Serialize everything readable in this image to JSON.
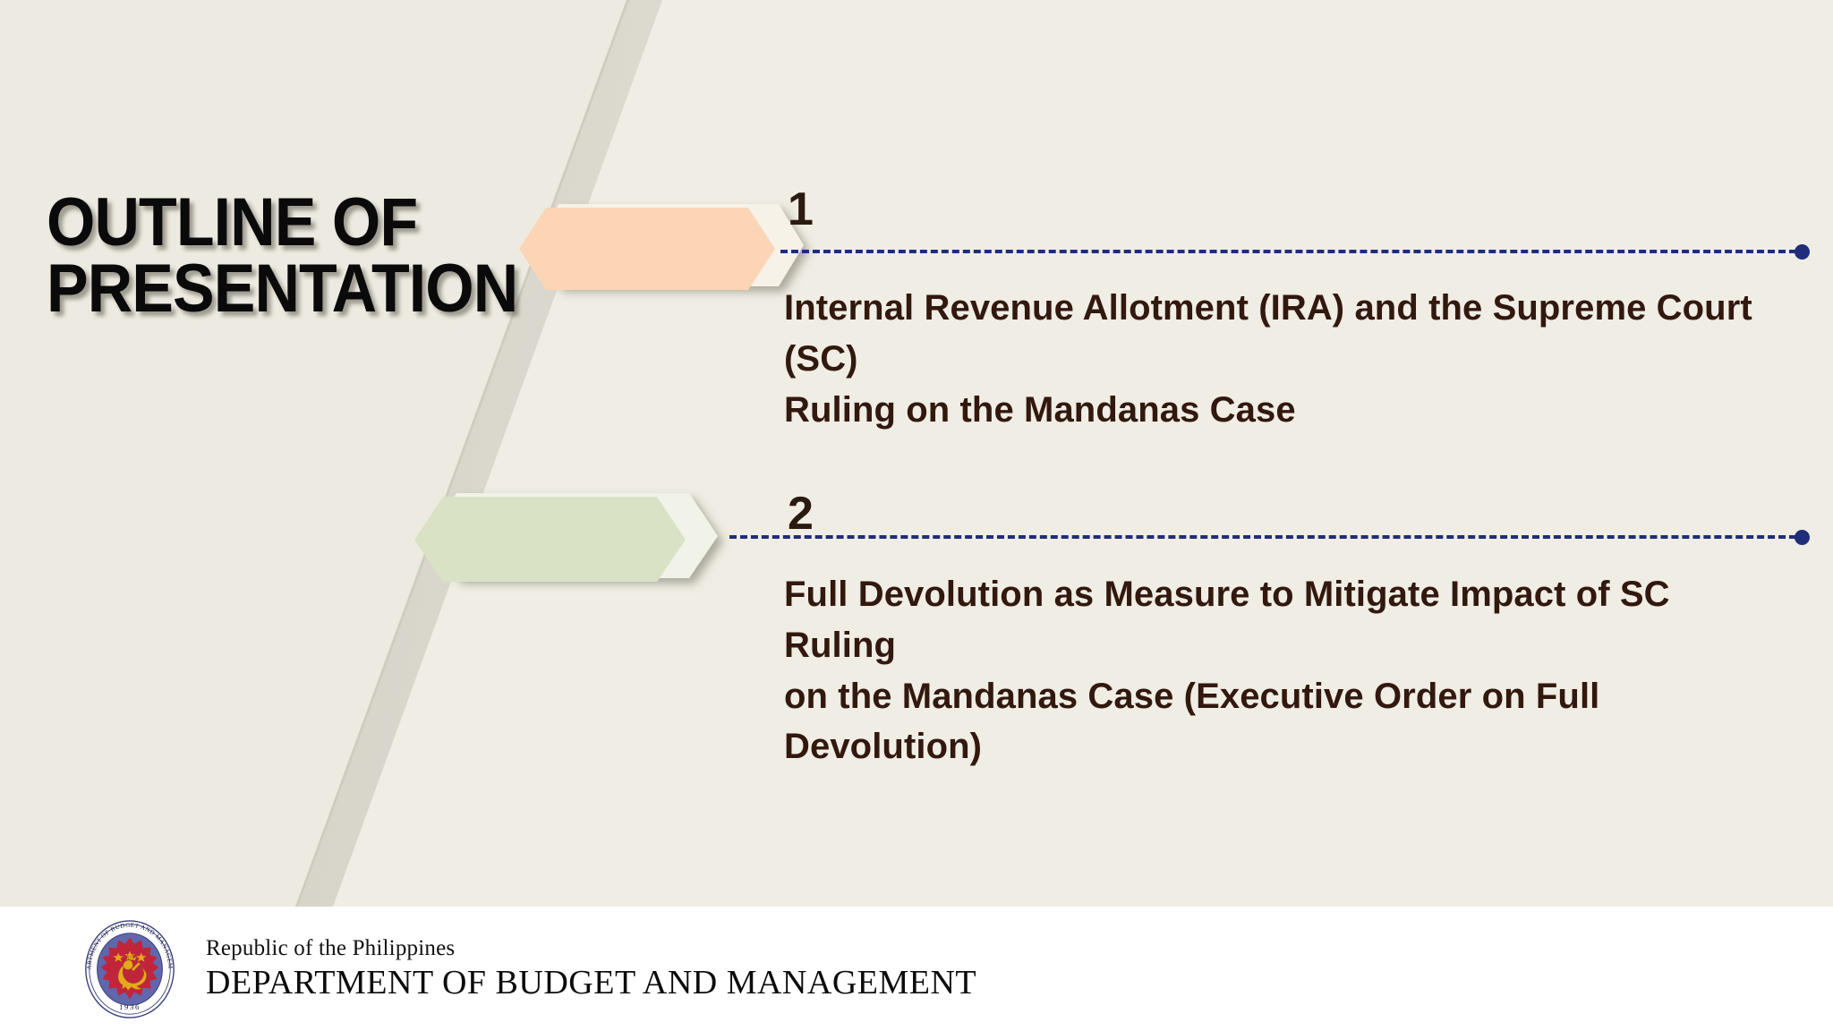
{
  "slide": {
    "title_lines": [
      "OUTLINE OF",
      "PRESENTATION"
    ],
    "background_color": "#EDEBE1",
    "accent_dash_color": "#1F2D7A",
    "text_color": "#32180E"
  },
  "items": [
    {
      "number": "1",
      "chevron_color": "#FBD5B5",
      "text_lines": [
        "Internal Revenue Allotment (IRA) and the Supreme Court (SC)",
        "Ruling on the Mandanas Case"
      ]
    },
    {
      "number": "2",
      "chevron_color": "#D9E2C4",
      "text_lines": [
        "Full Devolution as Measure to Mitigate Impact of SC Ruling",
        "on the Mandanas Case (Executive Order on Full Devolution)"
      ]
    }
  ],
  "footer": {
    "republic_line": "Republic of the Philippines",
    "department_line": "DEPARTMENT OF BUDGET AND MANAGEMENT",
    "seal": {
      "ring_text_top": "DEPARTMENT OF BUDGET AND MANAGEMENT",
      "year": "1936",
      "ring_color": "#5B63A8",
      "star_color": "#C0253C",
      "lion_color": "#E8A81C"
    }
  }
}
